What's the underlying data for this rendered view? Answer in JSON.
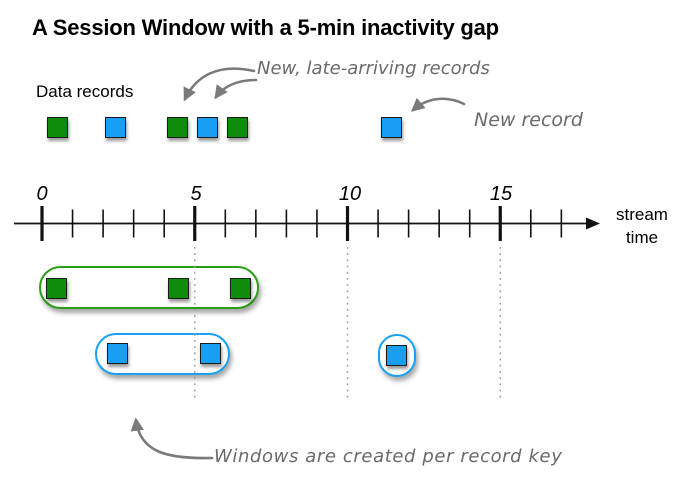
{
  "title": "A Session Window with a 5-min inactivity gap",
  "legend": {
    "data_records_label": "Data records"
  },
  "annotations": {
    "late_records": "New, late-arriving records",
    "new_record": "New record",
    "windows_note": "Windows are created per record key"
  },
  "axis": {
    "label_line1": "stream",
    "label_line2": "time",
    "tick_labels": [
      "0",
      "5",
      "10",
      "15"
    ],
    "major_ticks": [
      0,
      5,
      10,
      15
    ],
    "minor_tick_values": [
      0,
      1,
      2,
      3,
      4,
      5,
      6,
      7,
      8,
      9,
      10,
      11,
      12,
      13,
      14,
      15,
      16,
      17
    ],
    "range": [
      0,
      17
    ]
  },
  "records": {
    "top_row": [
      {
        "key": "green",
        "time": 0.5
      },
      {
        "key": "blue",
        "time": 2.5
      },
      {
        "key": "green",
        "time": 4.5
      },
      {
        "key": "blue",
        "time": 5.5
      },
      {
        "key": "green",
        "time": 6.5
      },
      {
        "key": "blue",
        "time": 11.5
      }
    ]
  },
  "session_windows": [
    {
      "key": "green",
      "record_times": [
        0.5,
        4.5,
        6.5
      ]
    },
    {
      "key": "blue",
      "record_times": [
        2.5,
        5.5
      ]
    },
    {
      "key": "blue",
      "record_times": [
        11.5
      ]
    }
  ],
  "colors": {
    "record_green": "#0f8c0c",
    "record_blue": "#189ff2",
    "window_border_green": "#2b9e17",
    "window_border_blue": "#19a0f2",
    "annotation_gray": "#6a6a6a",
    "dotted_guide_gray": "#a0a0a0"
  }
}
